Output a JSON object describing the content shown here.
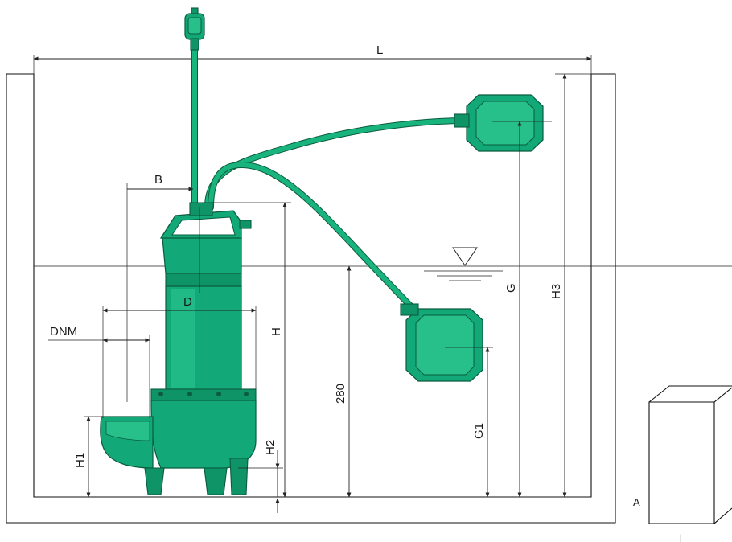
{
  "labels": {
    "L": "L",
    "B": "B",
    "D": "D",
    "DNM": "DNM",
    "H": "H",
    "H1": "H1",
    "H2": "H2",
    "H3": "H3",
    "G": "G",
    "G1": "G1",
    "level_280": "280",
    "box_A": "A",
    "box_l": "l"
  },
  "colors": {
    "pump_green": "#12a877",
    "outline": "#0b5c3f",
    "line": "#222222"
  }
}
